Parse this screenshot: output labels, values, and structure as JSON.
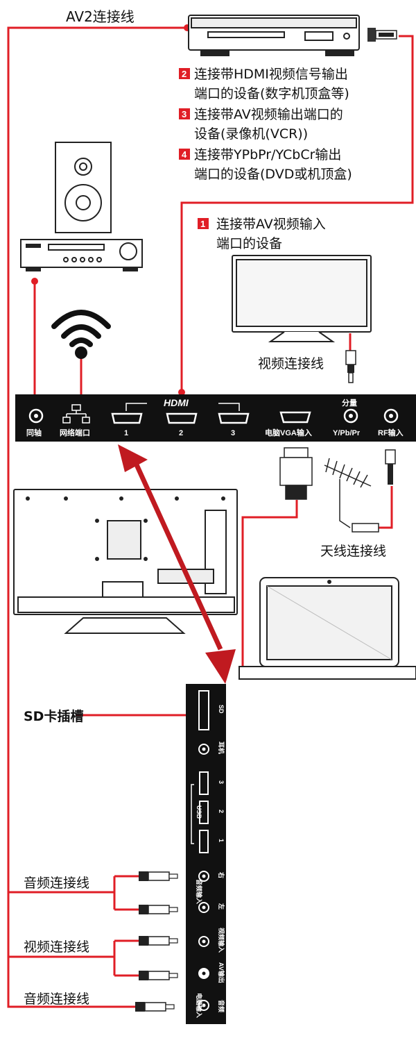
{
  "labels": {
    "av2_cable": "AV2连接线",
    "device2": "连接带HDMI视频信号输出",
    "device2_line2": "端口的设备(数字机顶盒等)",
    "device3": "连接带AV视频输出端口的",
    "device3_line2": "设备(录像机(VCR))",
    "device4": "连接带YPbPr/YCbCr输出",
    "device4_line2": "端口的设备(DVD或机顶盒)",
    "device1": "连接带AV视频输入",
    "device1_line2": "端口的设备",
    "video_cable_top": "视频连接线",
    "antenna_cable": "天线连接线",
    "sd_slot": "SD卡插槽",
    "audio_cable_1": "音频连接线",
    "video_cable_bottom": "视频连接线",
    "audio_cable_2": "音频连接线"
  },
  "badges": {
    "b1": "1",
    "b2": "2",
    "b3": "3",
    "b4": "4"
  },
  "bottom_panel": {
    "coax": "同轴",
    "network": "网络端口",
    "hdmi_logo": "HDMI",
    "hdmi1": "1",
    "hdmi2": "2",
    "hdmi3": "3",
    "component_header": "分量",
    "vga": "电脑VGA输入",
    "ypbpr": "Y/Pb/Pr",
    "rf": "RF输入"
  },
  "side_panel": {
    "sd": "SD",
    "earphone": "耳机",
    "usb": "USB",
    "usb3": "3",
    "usb2": "2",
    "usb1": "1",
    "audio_in": "音频输入",
    "right": "右",
    "left": "左",
    "video_in": "视频输入",
    "av_out": "AV输出",
    "pc_in": "电脑输入",
    "audio": "音频"
  },
  "colors": {
    "accent": "#e01e26",
    "panel": "#111111",
    "line": "#222222"
  }
}
